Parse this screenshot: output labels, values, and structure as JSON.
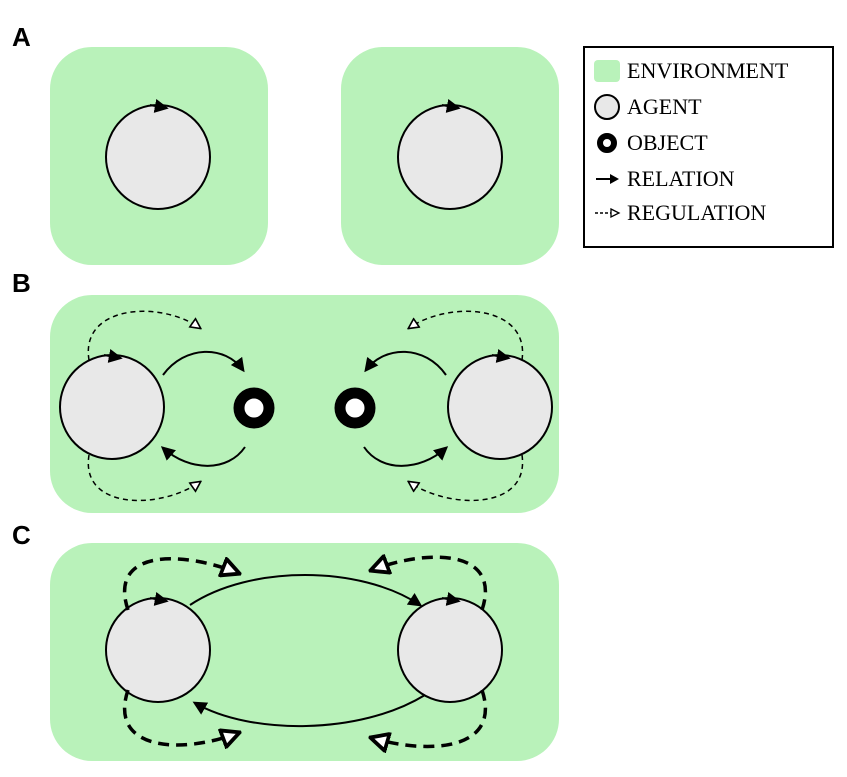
{
  "colors": {
    "environment": "#b9f2ba",
    "agent": "#e8e8e8",
    "stroke": "#000000"
  },
  "panels": {
    "a": {
      "label": "A"
    },
    "b": {
      "label": "B"
    },
    "c": {
      "label": "C"
    }
  },
  "legend": {
    "items": [
      {
        "key": "environment",
        "label": "ENVIRONMENT"
      },
      {
        "key": "agent",
        "label": "AGENT"
      },
      {
        "key": "object",
        "label": "OBJECT"
      },
      {
        "key": "relation",
        "label": "RELATION"
      },
      {
        "key": "regulation",
        "label": "REGULATION"
      }
    ]
  }
}
